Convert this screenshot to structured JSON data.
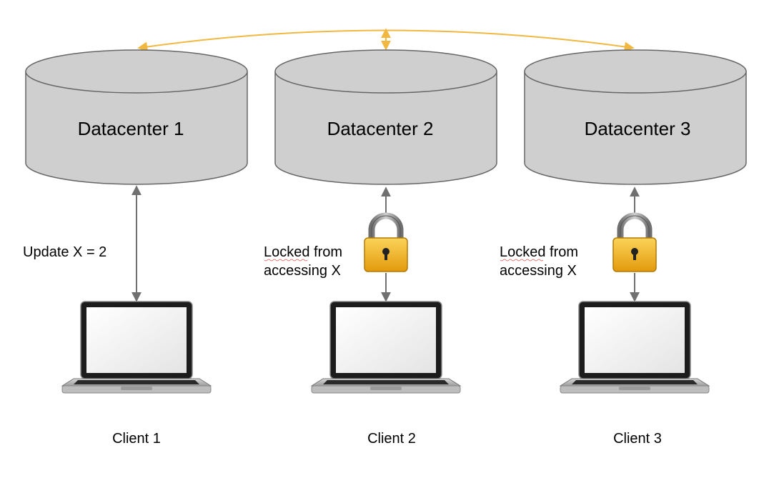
{
  "datacenters": [
    {
      "label": "Datacenter 1"
    },
    {
      "label": "Datacenter 2"
    },
    {
      "label": "Datacenter 3"
    }
  ],
  "clients": [
    {
      "label": "Client 1"
    },
    {
      "label": "Client 2"
    },
    {
      "label": "Client 3"
    }
  ],
  "annotations": {
    "update": "Update X = 2",
    "locked_line1": "Locked from",
    "locked_line2": "accessing X"
  },
  "colors": {
    "cylinder_fill": "#cfcfcf",
    "cylinder_stroke": "#666666",
    "sync_arrow": "#f0b840",
    "link_arrow": "#707070",
    "lock_body": "#f2b81a",
    "lock_shackle": "#9a9a9a"
  },
  "icons": {
    "lock": "padlock-icon",
    "client": "laptop-icon",
    "datacenter": "database-cylinder-icon"
  }
}
